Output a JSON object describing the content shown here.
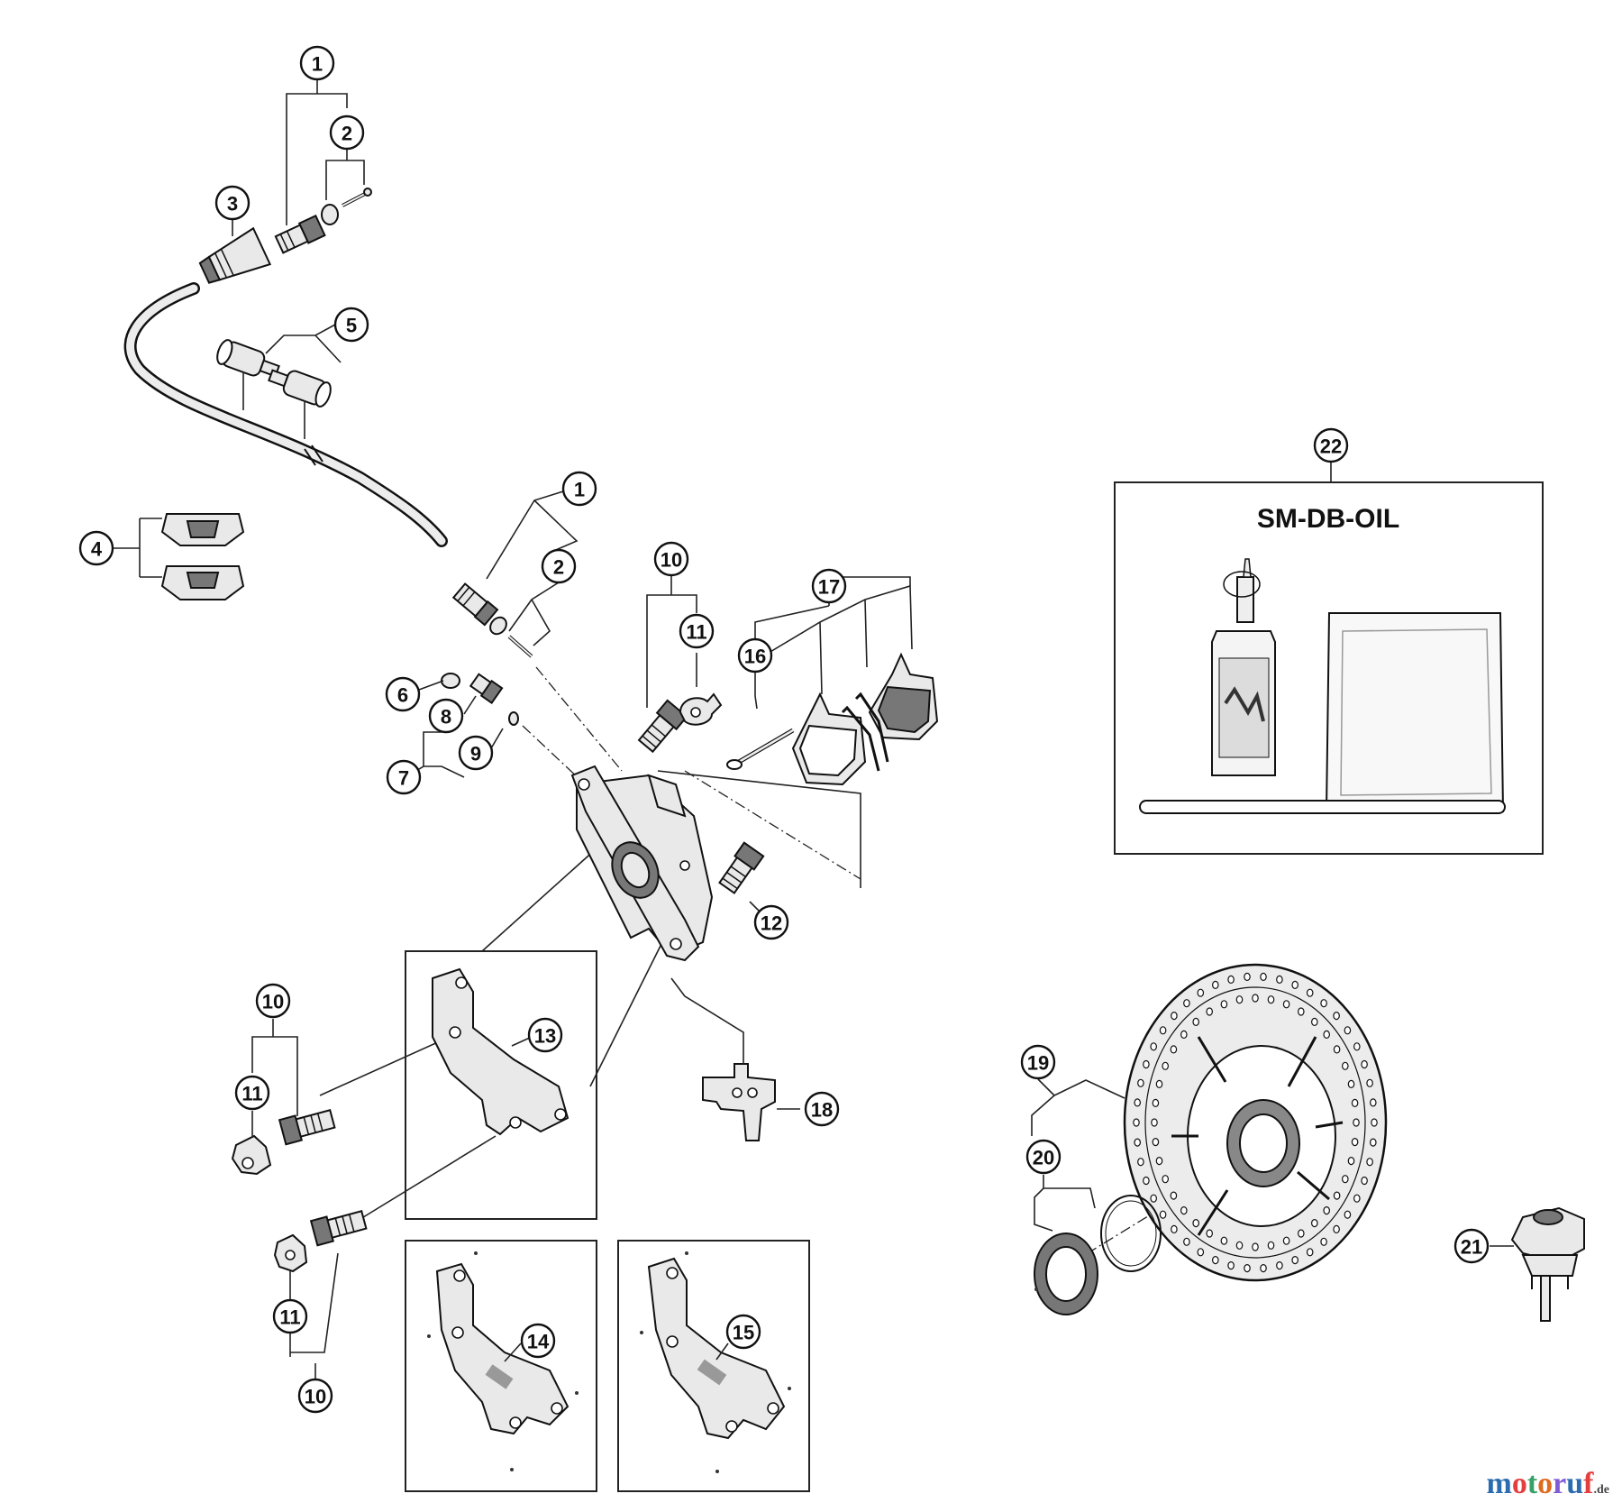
{
  "product_label": "SM-DB-OIL",
  "brand": {
    "letters": [
      "m",
      "o",
      "t",
      "o",
      "r",
      "u",
      "f"
    ],
    "letter_colors": [
      "#2b6cb0",
      "#e53e3e",
      "#38a169",
      "#dd6b20",
      "#805ad5",
      "#2b6cb0",
      "#e53e3e"
    ],
    "tld": ".de"
  },
  "callouts": {
    "c1_top": "1",
    "c2_top": "2",
    "c3": "3",
    "c4": "4",
    "c5": "5",
    "c1_mid": "1",
    "c2_mid": "2",
    "c6": "6",
    "c7": "7",
    "c8": "8",
    "c9": "9",
    "c10_top": "10",
    "c11_top": "11",
    "c12": "12",
    "c13": "13",
    "c14": "14",
    "c15": "15",
    "c16": "16",
    "c17": "17",
    "c18": "18",
    "c19": "19",
    "c20": "20",
    "c21": "21",
    "c22": "22",
    "c10_left": "10",
    "c11_left": "11",
    "c11_bottom": "11",
    "c10_bottom": "10"
  }
}
